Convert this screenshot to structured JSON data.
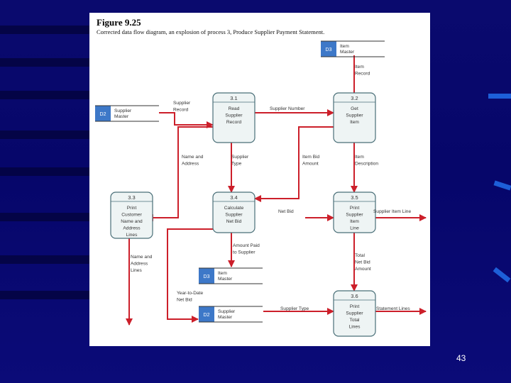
{
  "figure": {
    "title": "Figure 9.25",
    "caption": "Corrected data flow diagram, an explosion of process 3, Produce Supplier Payment Statement."
  },
  "processes": [
    {
      "id": "3.1",
      "lines": [
        "Read",
        "Supplier",
        "Record"
      ]
    },
    {
      "id": "3.2",
      "lines": [
        "Get",
        "Supplier",
        "Item"
      ]
    },
    {
      "id": "3.3",
      "lines": [
        "Print",
        "Customer",
        "Name and",
        "Address",
        "Lines"
      ]
    },
    {
      "id": "3.4",
      "lines": [
        "Calculate",
        "Supplier",
        "Net Bid"
      ]
    },
    {
      "id": "3.5",
      "lines": [
        "Print",
        "Supplier",
        "Item",
        "Line"
      ]
    },
    {
      "id": "3.6",
      "lines": [
        "Print",
        "Supplier",
        "Total",
        "Lines"
      ]
    }
  ],
  "data_stores": [
    {
      "id": "D3",
      "lines": [
        "Item",
        "Master"
      ]
    },
    {
      "id": "D2",
      "lines": [
        "Supplier",
        "Master"
      ]
    },
    {
      "id": "D3",
      "lines": [
        "Item",
        "Master"
      ]
    },
    {
      "id": "D2",
      "lines": [
        "Supplier",
        "Master"
      ]
    }
  ],
  "flows": [
    {
      "lines": [
        "Item",
        "Record"
      ]
    },
    {
      "lines": [
        "Supplier",
        "Record"
      ]
    },
    {
      "lines": [
        "Supplier Number"
      ]
    },
    {
      "lines": [
        "Name and",
        "Address"
      ]
    },
    {
      "lines": [
        "Supplier",
        "Type"
      ]
    },
    {
      "lines": [
        "Item Bid",
        "Amount"
      ]
    },
    {
      "lines": [
        "Item",
        "Description"
      ]
    },
    {
      "lines": [
        "Net Bid"
      ]
    },
    {
      "lines": [
        "Supplier Item Line"
      ]
    },
    {
      "lines": [
        "Name and",
        "Address",
        "Lines"
      ]
    },
    {
      "lines": [
        "Amount Paid",
        "to Supplier"
      ]
    },
    {
      "lines": [
        "Total",
        "Net Bid",
        "Amount"
      ]
    },
    {
      "lines": [
        "Year-to-Date",
        "Net Bid"
      ]
    },
    {
      "lines": [
        "Supplier Type"
      ]
    },
    {
      "lines": [
        "Statement Lines"
      ]
    }
  ],
  "colors": {
    "arrow": "#cc1f2a",
    "process_fill": "#eef4f4",
    "process_stroke": "#4a6f78",
    "store_id_fill": "#3d78c8",
    "line": "#333333"
  },
  "page_number": "43"
}
